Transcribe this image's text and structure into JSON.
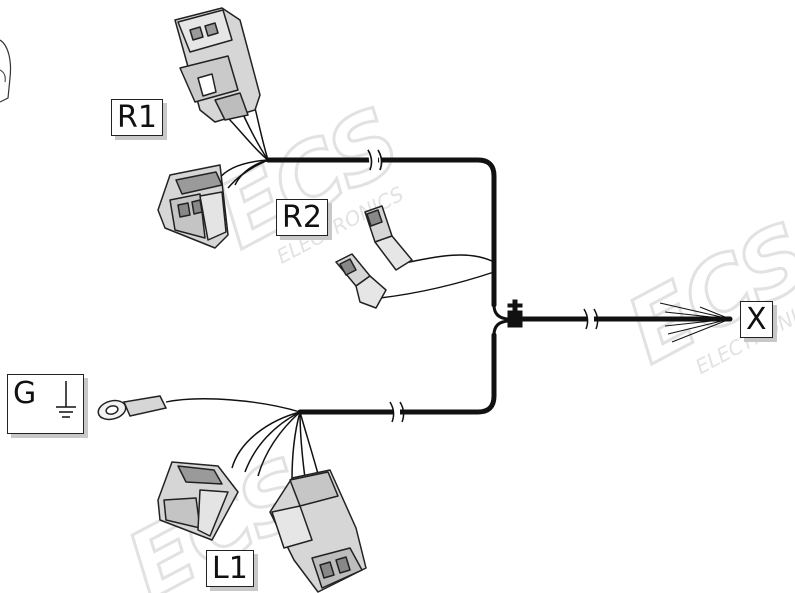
{
  "labels": {
    "r1": "R1",
    "r2": "R2",
    "x": "X",
    "g": "G",
    "l1": "L1"
  },
  "watermark": {
    "brand": "ECS",
    "sub": "ELECTRONICS"
  },
  "colors": {
    "cable": "#111111",
    "connector_fill": "#d6d6d6",
    "outline": "#222222",
    "watermark": "#e6e6e6",
    "label_shadow": "#c8c8c8"
  },
  "icons": [
    "ground-icon"
  ]
}
